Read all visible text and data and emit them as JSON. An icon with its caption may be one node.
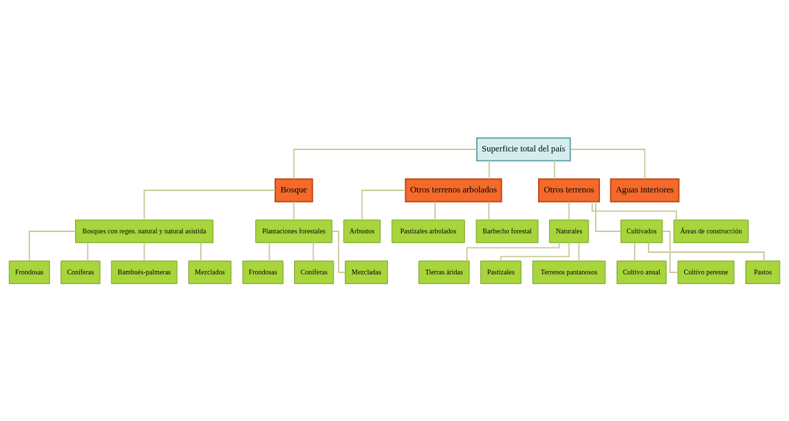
{
  "diagram": {
    "nodes": [
      {
        "text": [
          "Superficie total del país"
        ]
      },
      {
        "text": [
          "Bosque"
        ]
      },
      {
        "text": [
          "Otros terrenos arbolados"
        ]
      },
      {
        "text": [
          "Otros terrenos"
        ]
      },
      {
        "text": [
          "Aguas interiores"
        ]
      },
      {
        "text": [
          "Bosques con regen. natural y natural asistida"
        ]
      },
      {
        "text": [
          "Plantaciones forestales"
        ]
      },
      {
        "text": [
          "Frondosas"
        ]
      },
      {
        "text": [
          "Coníferas"
        ]
      },
      {
        "text": [
          "Bambués-palmeras"
        ]
      },
      {
        "text": [
          "Mezclados"
        ]
      },
      {
        "text": [
          "Frondosas"
        ]
      },
      {
        "text": [
          "Coníferas"
        ]
      },
      {
        "text": [
          "Mezcladas"
        ]
      },
      {
        "text": [
          "Arbustos"
        ]
      },
      {
        "text": [
          "Pastizales arbolados"
        ]
      },
      {
        "text": [
          "Barbecho forestal"
        ]
      },
      {
        "text": [
          "Naturales"
        ]
      },
      {
        "text": [
          "Cultivados"
        ]
      },
      {
        "text": [
          "Áreas de construcción"
        ]
      },
      {
        "text": [
          "Tierras áridas"
        ]
      },
      {
        "text": [
          "Pastizales"
        ]
      },
      {
        "text": [
          "Terrenos pantanosos"
        ]
      },
      {
        "text": [
          "Cultivo anual"
        ]
      },
      {
        "text": [
          "Cultivo perenne"
        ]
      },
      {
        "text": [
          "Pastos"
        ]
      }
    ],
    "edges": [
      {
        "from": 0,
        "to": 1,
        "arrow": "none"
      },
      {
        "from": 0,
        "to": 2,
        "arrow": "none"
      },
      {
        "from": 0,
        "to": 3,
        "arrow": "none"
      },
      {
        "from": 0,
        "to": 4,
        "arrow": "none"
      },
      {
        "from": 1,
        "to": 5,
        "arrow": "none"
      },
      {
        "from": 1,
        "to": 6,
        "arrow": "none"
      },
      {
        "from": 5,
        "to": 7,
        "arrow": "none"
      },
      {
        "from": 5,
        "to": 8,
        "arrow": "none"
      },
      {
        "from": 5,
        "to": 9,
        "arrow": "none"
      },
      {
        "from": 5,
        "to": 10,
        "arrow": "none"
      },
      {
        "from": 6,
        "to": 11,
        "arrow": "none"
      },
      {
        "from": 6,
        "to": 12,
        "arrow": "none"
      },
      {
        "from": 6,
        "to": 13,
        "arrow": "none"
      },
      {
        "from": 2,
        "to": 14,
        "arrow": "none"
      },
      {
        "from": 2,
        "to": 15,
        "arrow": "none"
      },
      {
        "from": 2,
        "to": 16,
        "arrow": "none"
      },
      {
        "from": 3,
        "to": 17,
        "arrow": "none"
      },
      {
        "from": 3,
        "to": 18,
        "arrow": "none"
      },
      {
        "from": 3,
        "to": 19,
        "arrow": "none"
      },
      {
        "from": 17,
        "to": 20,
        "arrow": "none"
      },
      {
        "from": 17,
        "to": 21,
        "arrow": "none"
      },
      {
        "from": 17,
        "to": 22,
        "arrow": "none"
      },
      {
        "from": 18,
        "to": 23,
        "arrow": "none"
      },
      {
        "from": 18,
        "to": 24,
        "arrow": "none"
      },
      {
        "from": 18,
        "to": 25,
        "arrow": "none"
      }
    ]
  }
}
